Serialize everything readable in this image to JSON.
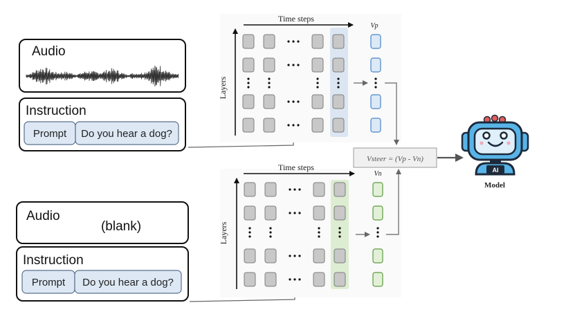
{
  "top_input": {
    "audio_label": "Audio",
    "instruction_label": "Instruction",
    "prompt_label": "Prompt",
    "question": "Do you hear a dog?"
  },
  "bottom_input": {
    "audio_label": "Audio",
    "audio_value": "(blank)",
    "instruction_label": "Instruction",
    "prompt_label": "Prompt",
    "question": "Do you hear a dog?"
  },
  "top_grid": {
    "x_axis_label": "Time steps",
    "y_axis_label": "Layers",
    "vector_label": "Vp"
  },
  "bottom_grid": {
    "x_axis_label": "Time steps",
    "y_axis_label": "Layers",
    "vector_label": "Vn"
  },
  "formula": "Vsteer = (Vp - Vn)",
  "model_label": "Model",
  "robot_badge": "AI",
  "colors": {
    "cell_gray": "#c8c8c8",
    "cell_border": "#7d7d7d",
    "prompt_fill": "#dde8f4",
    "prompt_border": "#5a6f8c",
    "vp_fill": "#dce9f7",
    "vp_border": "#4a86c8",
    "vn_fill": "#e2f0d8",
    "vn_border": "#5c9a3c",
    "highlight_blue": "#dbe6f2",
    "highlight_green": "#ddedd1",
    "robot_blue": "#58b4e8"
  }
}
